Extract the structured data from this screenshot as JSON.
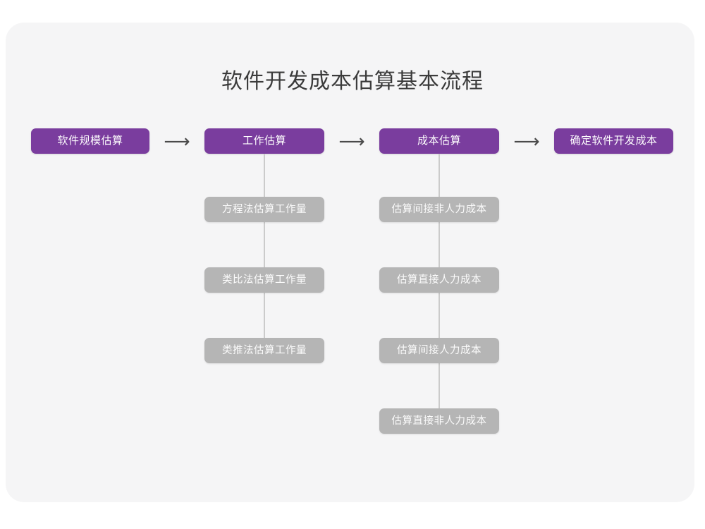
{
  "page": {
    "title": "软件开发成本估算基本流程",
    "background_color": "#ffffff",
    "card_color": "#f5f5f6",
    "primary_color": "#7a3d9e",
    "secondary_color": "#b5b5b5",
    "connector_color": "#cbcbcb",
    "title_color": "#3b3b3b"
  },
  "flow": {
    "arrows": [
      {
        "glyph": "⟶"
      },
      {
        "glyph": "⟶"
      },
      {
        "glyph": "⟶"
      }
    ],
    "stages": [
      {
        "id": "stage-1",
        "label": "软件规模估算",
        "substeps": []
      },
      {
        "id": "stage-2",
        "label": "工作估算",
        "substeps": [
          {
            "label": "方程法估算工作量"
          },
          {
            "label": "类比法估算工作量"
          },
          {
            "label": "类推法估算工作量"
          }
        ]
      },
      {
        "id": "stage-3",
        "label": "成本估算",
        "substeps": [
          {
            "label": "估算间接非人力成本"
          },
          {
            "label": "估算直接人力成本"
          },
          {
            "label": "估算间接人力成本"
          },
          {
            "label": "估算直接非人力成本"
          }
        ]
      },
      {
        "id": "stage-4",
        "label": "确定软件开发成本",
        "substeps": []
      }
    ]
  }
}
